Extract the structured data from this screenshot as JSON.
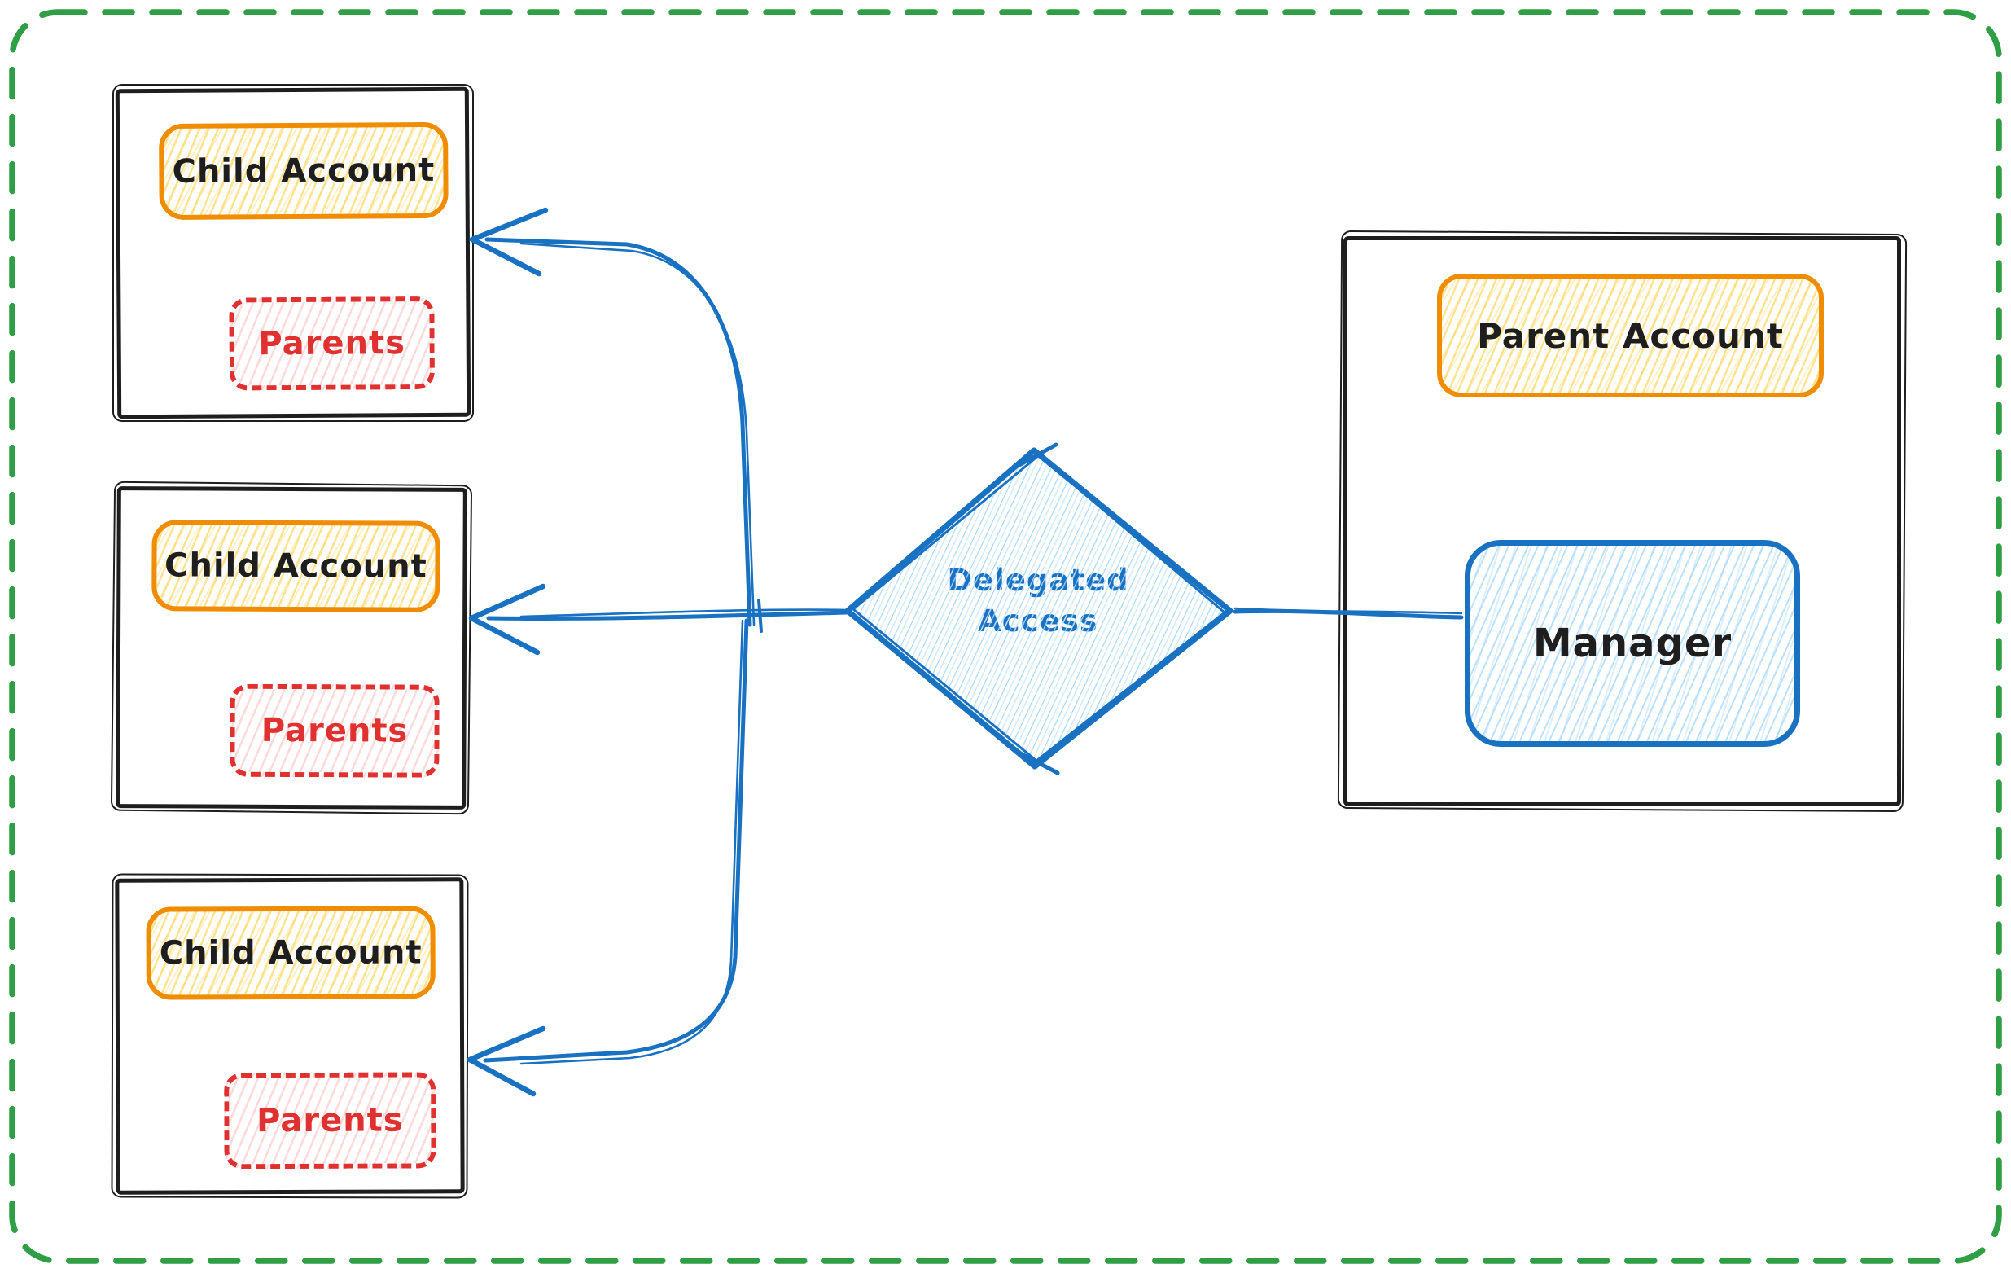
{
  "diagram": {
    "type": "flow-diagram",
    "background": "#ffffff",
    "frame": {
      "style": "dashed-rounded",
      "color": "#2f9e44"
    },
    "colors": {
      "sketch_black": "#1e1e1e",
      "orange_stroke": "#f08c00",
      "yellow_hatch": "#ffd455",
      "red_stroke": "#e03131",
      "pink_hatch": "#ffc9c9",
      "blue_stroke": "#1971c2",
      "light_blue_hatch": "#a5d8ff",
      "green_frame": "#2f9e44"
    },
    "nodes": {
      "child_groups": [
        {
          "account_label": "Child Account",
          "members_label": "Parents"
        },
        {
          "account_label": "Child Account",
          "members_label": "Parents"
        },
        {
          "account_label": "Child Account",
          "members_label": "Parents"
        }
      ],
      "parent_group": {
        "account_label": "Parent Account",
        "manager_label": "Manager"
      },
      "decision": {
        "label": "Delegated\nAccess"
      }
    },
    "edges": [
      {
        "from": "Manager",
        "to": "Delegated Access",
        "arrowhead": false
      },
      {
        "from": "Delegated Access",
        "to": "Child Account (top)",
        "arrowhead": true
      },
      {
        "from": "Delegated Access",
        "to": "Child Account (middle)",
        "arrowhead": true
      },
      {
        "from": "Delegated Access",
        "to": "Child Account (bottom)",
        "arrowhead": true
      }
    ]
  }
}
